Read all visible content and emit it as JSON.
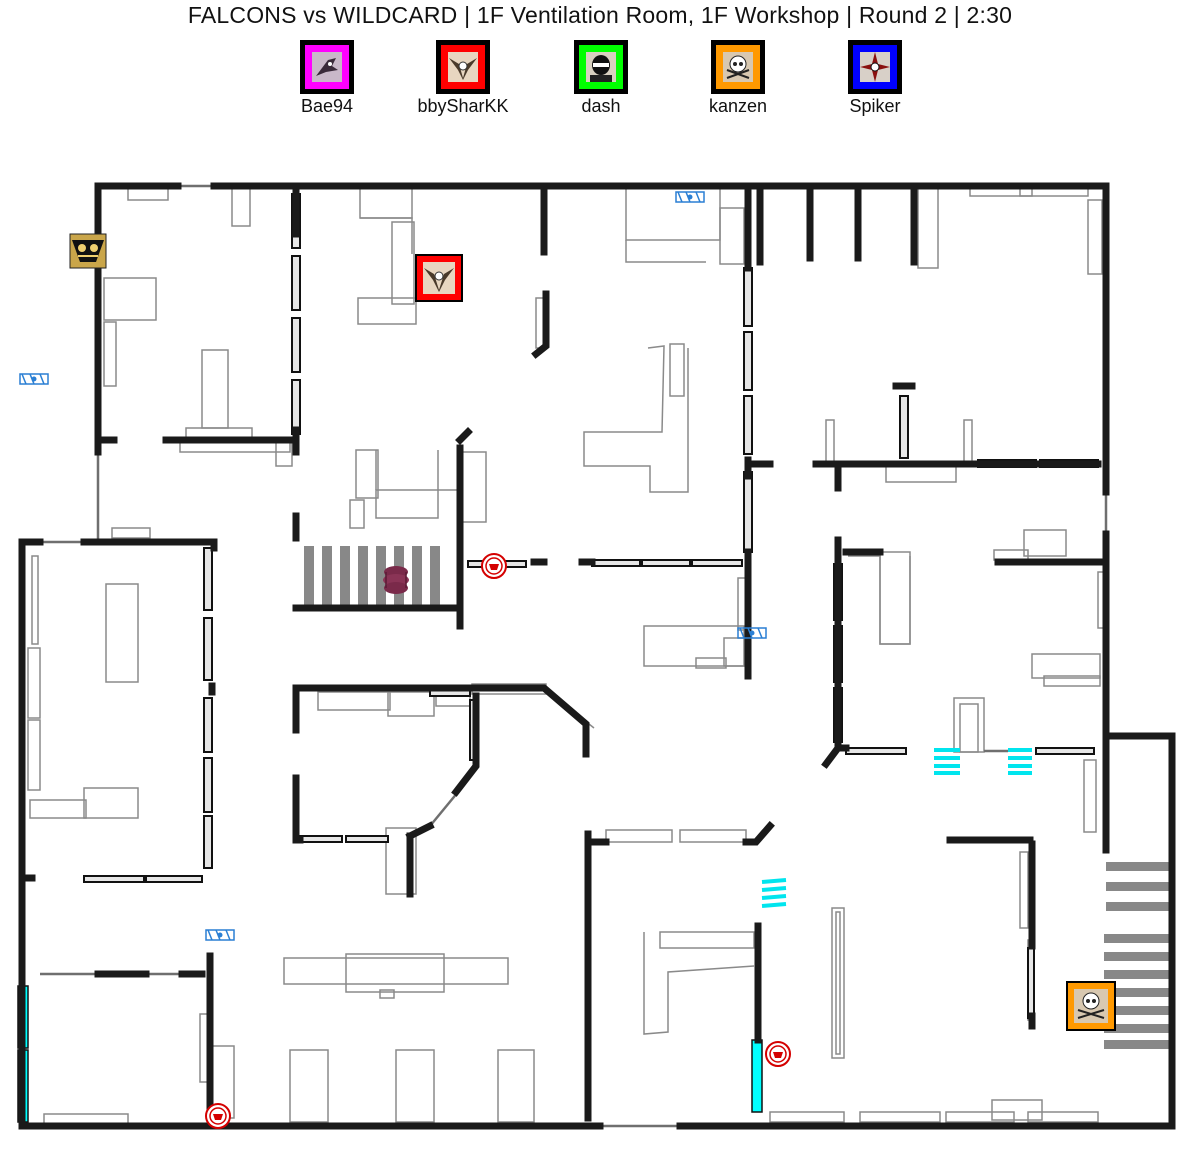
{
  "header": {
    "title": "FALCONS vs WILDCARD  |  1F Ventilation Room, 1F Workshop  |  Round 2  |  2:30"
  },
  "operators": [
    {
      "name": "Bae94",
      "color": "#ff00ff",
      "icon": "raven-claw-icon"
    },
    {
      "name": "bbySharKK",
      "color": "#ff0000",
      "icon": "winged-helmet-icon"
    },
    {
      "name": "dash",
      "color": "#00ff00",
      "icon": "masked-face-icon"
    },
    {
      "name": "kanzen",
      "color": "#ff9900",
      "icon": "skull-icon"
    },
    {
      "name": "Spiker",
      "color": "#0000ff",
      "icon": "compass-star-icon"
    }
  ],
  "map_markers": {
    "attacker_marker_icon": "owl-eyes-icon",
    "cameras": "camera-icon",
    "deployables": "shield-ring-icon",
    "reinforced_walls": "#00ffff",
    "stack_item": "bandage-stack-icon"
  }
}
